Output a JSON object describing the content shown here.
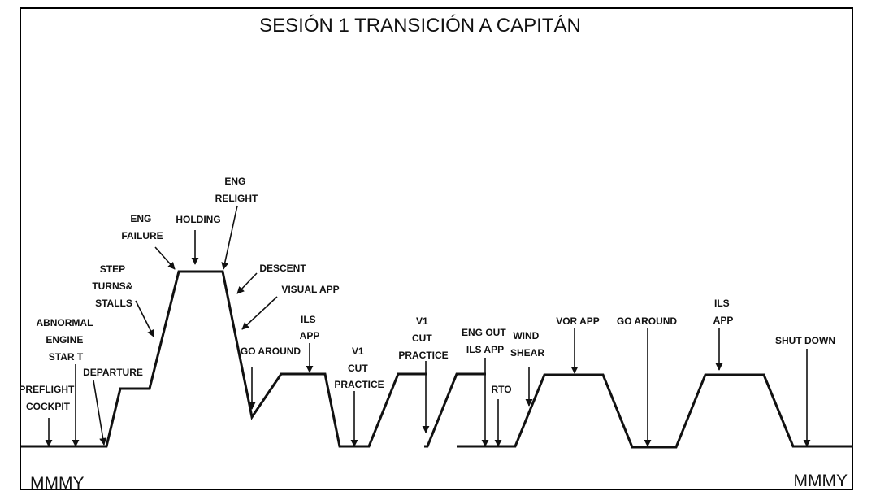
{
  "title": "SESIÓN 1 TRANSICIÓN A CAPITÁN",
  "corner_left": "MMMY",
  "corner_right": "MMMY",
  "labels": {
    "preflight": [
      "PREFLIGHT",
      "COCKPIT"
    ],
    "abnormal": [
      "ABNORMAL",
      "ENGINE",
      "STAR T"
    ],
    "departure": [
      "DEPARTURE"
    ],
    "step_turns": [
      "STEP",
      "TURNS&",
      "STALLS"
    ],
    "eng_failure": [
      "ENG",
      "FAILURE"
    ],
    "holding": [
      "HOLDING"
    ],
    "eng_relight": [
      "ENG",
      "RELIGHT"
    ],
    "descent": [
      "DESCENT"
    ],
    "visual_app": [
      "VISUAL APP"
    ],
    "go_around_1": [
      "GO AROUND"
    ],
    "ils_app_1": [
      "ILS",
      "APP"
    ],
    "v1_cut_1": [
      "V1",
      "CUT",
      "PRACTICE"
    ],
    "v1_cut_2": [
      "V1",
      "CUT",
      "PRACTICE"
    ],
    "eng_out": [
      "ENG OUT",
      "ILS APP"
    ],
    "rto": [
      "RTO"
    ],
    "wind_shear": [
      "WIND",
      "SHEAR"
    ],
    "vor_app": [
      "VOR APP"
    ],
    "go_around_2": [
      "GO AROUND"
    ],
    "ils_app_2": [
      "ILS",
      "APP"
    ],
    "shut_down": [
      "SHUT DOWN"
    ]
  }
}
